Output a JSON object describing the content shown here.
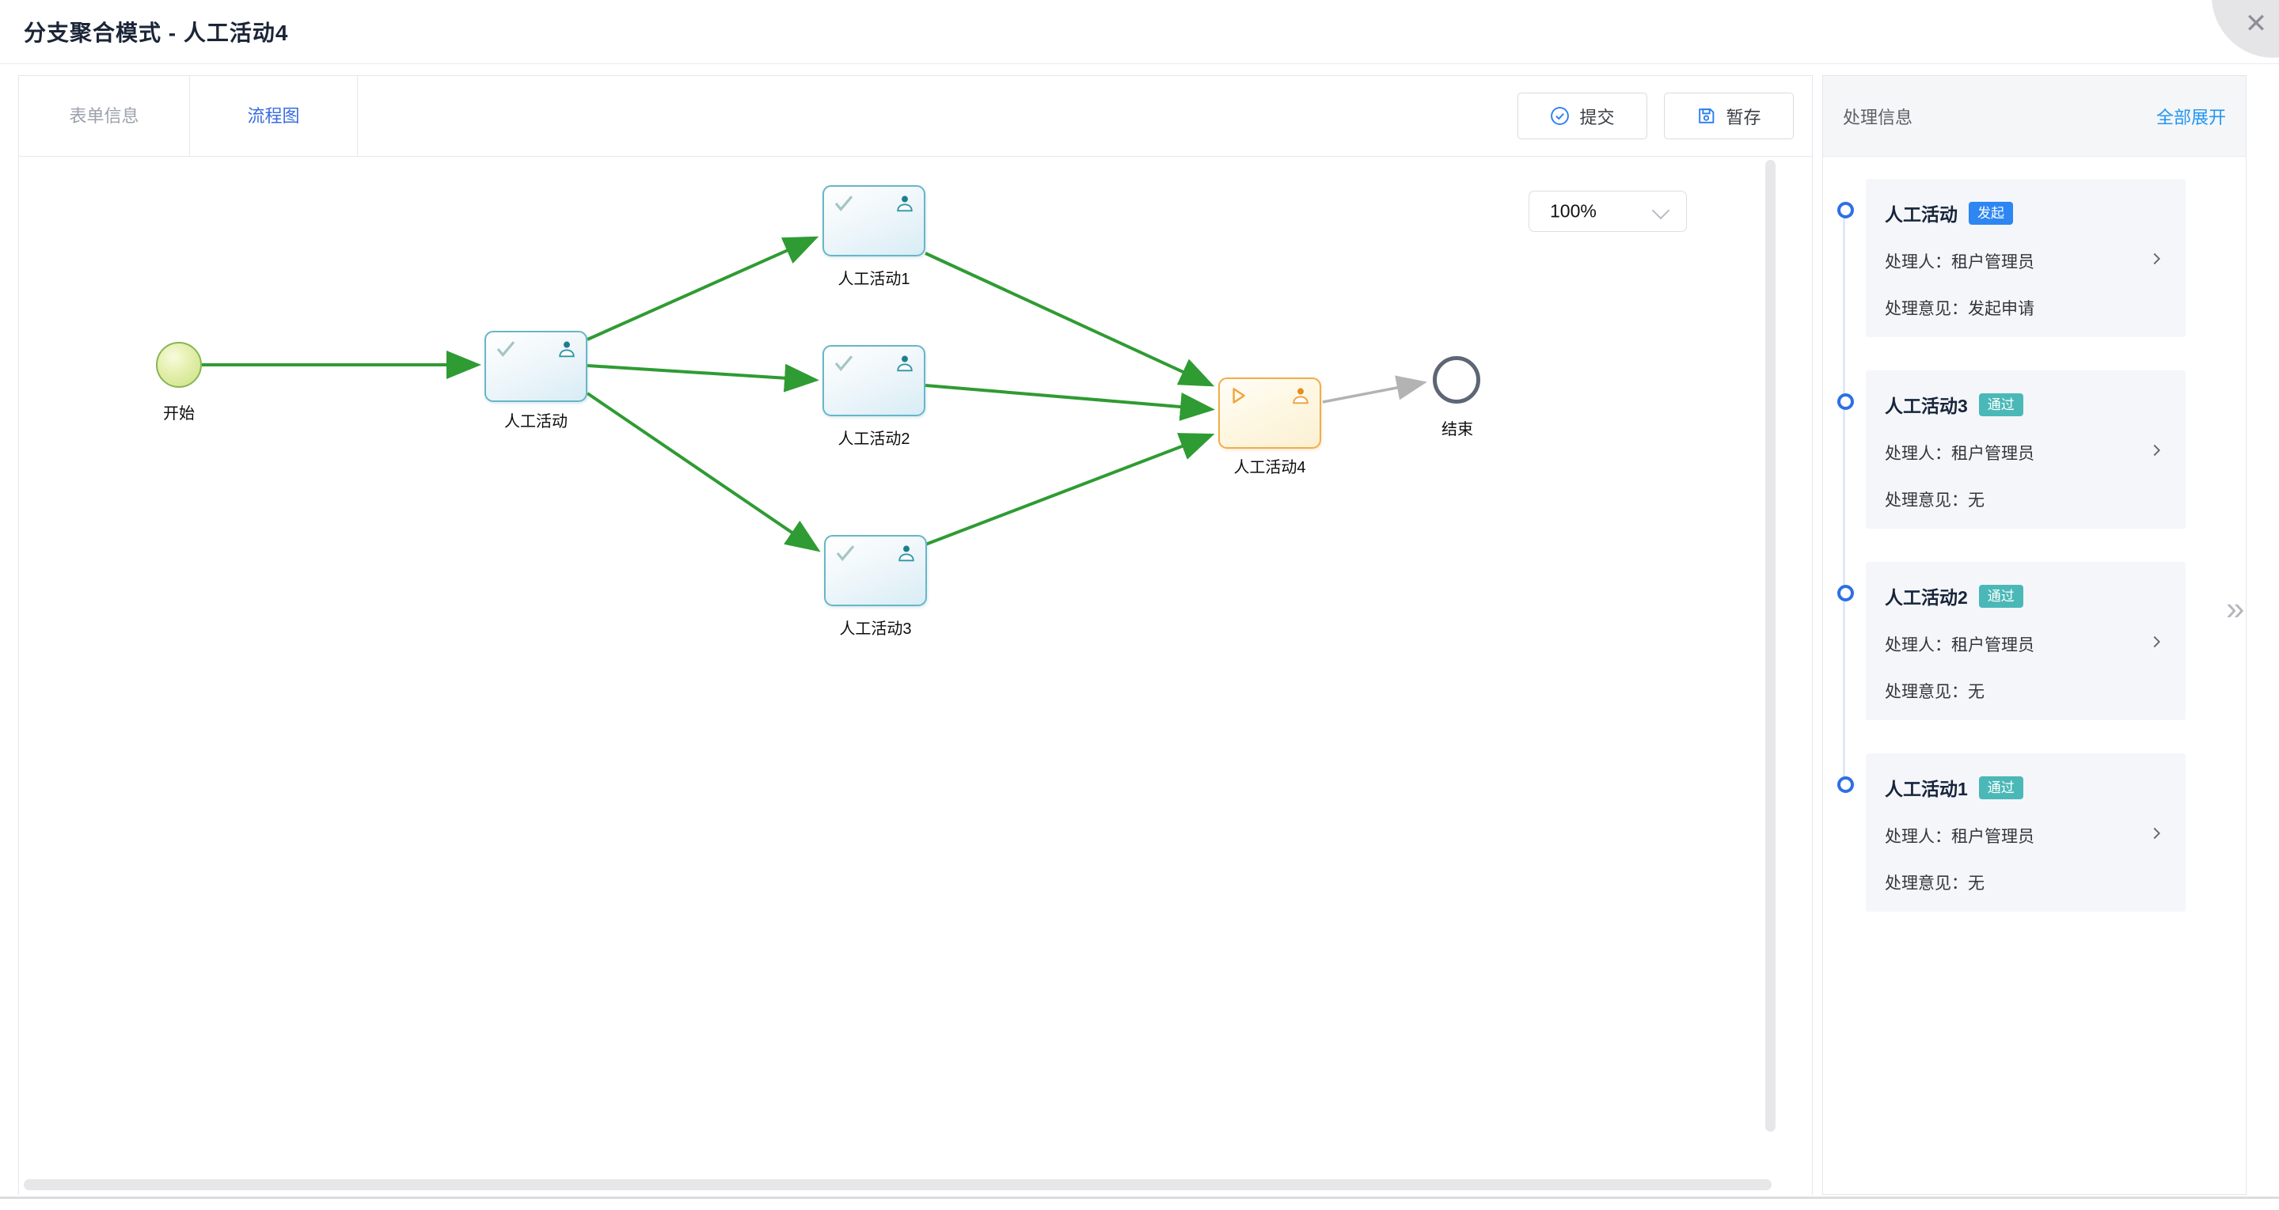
{
  "window": {
    "title": "分支聚合模式 - 人工活动4"
  },
  "icons": {
    "close": "✕",
    "collapse": "»"
  },
  "tabs": {
    "form": "表单信息",
    "diagram": "流程图"
  },
  "toolbar": {
    "submit": "提交",
    "save": "暂存"
  },
  "canvas": {
    "zoom": "100%"
  },
  "flow": {
    "nodes": {
      "start": "开始",
      "act": "人工活动",
      "act1": "人工活动1",
      "act2": "人工活动2",
      "act3": "人工活动3",
      "act4": "人工活动4",
      "end": "结束"
    }
  },
  "panel": {
    "title": "处理信息",
    "expand_all": "全部展开",
    "labels": {
      "handler": "处理人：",
      "opinion": "处理意见："
    },
    "cards": [
      {
        "title": "人工活动",
        "badge": "发起",
        "badge_bg": "#2e86f2",
        "handler": "租户管理员",
        "opinion": "发起申请"
      },
      {
        "title": "人工活动3",
        "badge": "通过",
        "badge_bg": "#4bb8b8",
        "handler": "租户管理员",
        "opinion": "无"
      },
      {
        "title": "人工活动2",
        "badge": "通过",
        "badge_bg": "#4bb8b8",
        "handler": "租户管理员",
        "opinion": "无"
      },
      {
        "title": "人工活动1",
        "badge": "通过",
        "badge_bg": "#4bb8b8",
        "handler": "租户管理员",
        "opinion": "无"
      }
    ]
  },
  "colors": {
    "accent_blue": "#2b7cf0",
    "link_blue": "#2196f3",
    "tab_active_blue": "#3a6be0",
    "flow_green": "#2f9b33",
    "arrow_gray": "#b3b3b3",
    "badge_blue": "#2e86f2",
    "badge_teal": "#4bb8b8"
  }
}
